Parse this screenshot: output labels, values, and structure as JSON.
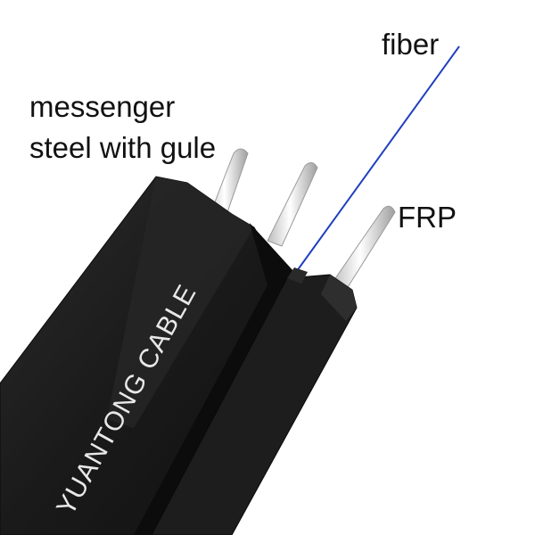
{
  "labels": {
    "fiber": "fiber",
    "messenger_line1": "messenger",
    "messenger_line2": "steel with gule",
    "frp": "FRP"
  },
  "cable": {
    "brand_text": "YUANTONG CABLE"
  },
  "colors": {
    "jacket": "#1c1c1c",
    "jacket_highlight": "#3a3a3a",
    "wire": "#e6e6e6",
    "fiber": "#1f3fbf",
    "label_text": "#111111",
    "brand_text": "#e8e8e8"
  }
}
